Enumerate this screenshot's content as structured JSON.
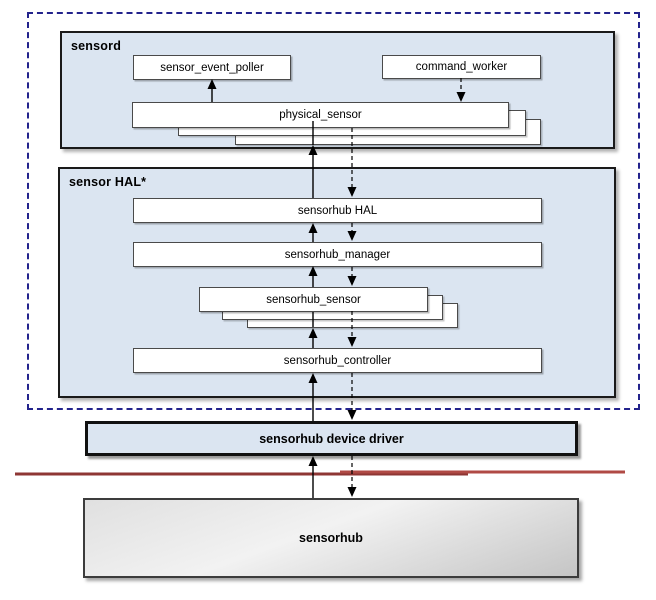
{
  "groups": {
    "sensord": {
      "label": "sensord"
    },
    "sensor_hal": {
      "label": "sensor HAL*"
    }
  },
  "nodes": {
    "sensor_event_poller": {
      "label": "sensor_event_poller"
    },
    "command_worker": {
      "label": "command_worker"
    },
    "physical_sensor": {
      "label": "physical_sensor"
    },
    "sensorhub_hal": {
      "label": "sensorhub HAL"
    },
    "sensorhub_manager": {
      "label": "sensorhub_manager"
    },
    "sensorhub_sensor": {
      "label": "sensorhub_sensor"
    },
    "sensorhub_controller": {
      "label": "sensorhub_controller"
    },
    "sensorhub_device_driver": {
      "label": "sensorhub device driver"
    },
    "sensorhub": {
      "label": "sensorhub"
    }
  },
  "colors": {
    "group_fill": "#dbe5f1",
    "node_fill": "#ffffff",
    "boundary_dashed": "#23238c",
    "kernel_divider_dark": "#8e3634",
    "kernel_divider_light": "#b04a45",
    "arrow": "#000000"
  }
}
